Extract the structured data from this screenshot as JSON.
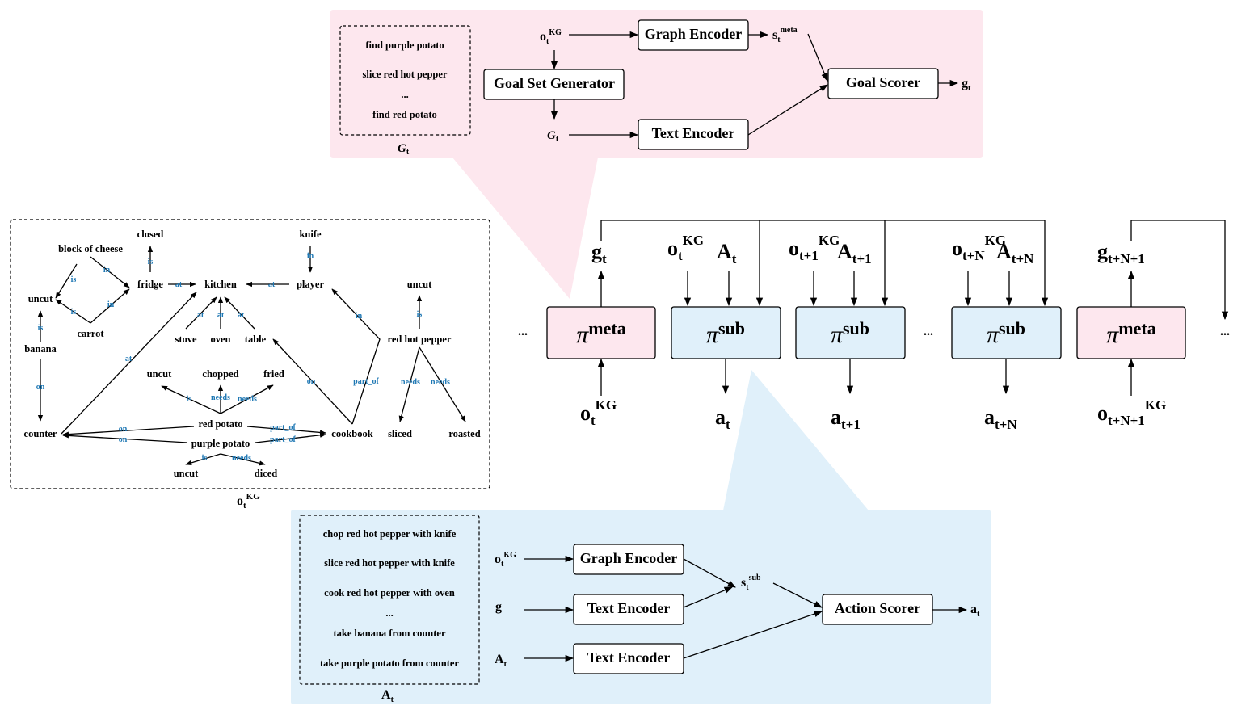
{
  "colors": {
    "meta_region": "#fde7ee",
    "sub_region": "#e0f0fa",
    "pi_meta_box": "#fde7ee",
    "pi_sub_box": "#e0f0fa",
    "edge_label": "#1f78b4"
  },
  "knowledge_graph": {
    "caption": "o",
    "caption_sub": "t",
    "caption_sup": "KG",
    "nodes": {
      "block_of_cheese": "block of cheese",
      "closed": "closed",
      "knife": "knife",
      "uncut_left": "uncut",
      "fridge": "fridge",
      "kitchen": "kitchen",
      "player": "player",
      "uncut_right": "uncut",
      "carrot": "carrot",
      "banana": "banana",
      "stove": "stove",
      "oven": "oven",
      "table": "table",
      "red_hot_pepper": "red hot pepper",
      "uncut_mid": "uncut",
      "chopped": "chopped",
      "fried": "fried",
      "red_potato": "red potato",
      "counter": "counter",
      "cookbook": "cookbook",
      "sliced": "sliced",
      "roasted": "roasted",
      "purple_potato": "purple potato",
      "uncut_bottom": "uncut",
      "diced": "diced"
    },
    "edge_labels": {
      "cheese_uncut": "is",
      "cheese_fridge": "in",
      "closed_fridge": "is",
      "carrot_uncut": "is",
      "carrot_fridge": "in",
      "fridge_kitchen": "at",
      "knife_player": "in",
      "player_kitchen": "at",
      "banana_uncut": "is",
      "banana_counter": "on",
      "stove_kitchen": "at",
      "oven_kitchen": "at",
      "table_kitchen": "at",
      "counter_kitchen": "at",
      "cookbook_table": "on",
      "cookbook_player": "in",
      "pepper_uncut": "is",
      "pepper_cookbook": "part_of",
      "pepper_sliced": "needs",
      "pepper_roasted": "needs",
      "redpotato_uncut": "is",
      "redpotato_chopped": "needs",
      "redpotato_fried": "needs",
      "redpotato_counter": "on",
      "redpotato_cookbook": "part_of",
      "purple_counter": "on",
      "purple_cookbook": "part_of",
      "purple_uncut": "is",
      "purple_diced": "needs"
    }
  },
  "meta_module": {
    "goal_list": [
      "find purple potato",
      "slice red hot pepper",
      "...",
      "find red potato"
    ],
    "goal_set_caption": "G",
    "goal_set_caption_sub": "t",
    "input_obs": "o",
    "input_obs_sub": "t",
    "input_obs_sup": "KG",
    "graph_encoder": "Graph Encoder",
    "goal_set_generator": "Goal Set Generator",
    "goal_set_symbol": "G",
    "goal_set_symbol_sub": "t",
    "text_encoder": "Text Encoder",
    "state": "s",
    "state_sub": "t",
    "state_sup": "meta",
    "goal_scorer": "Goal Scorer",
    "output": "g",
    "output_sub": "t"
  },
  "timeline": {
    "dots": "...",
    "pi_symbol": "π",
    "meta_sup": "meta",
    "sub_sup": "sub",
    "meta1": {
      "top": "g",
      "top_sub": "t",
      "bottom": "o",
      "bottom_sub": "t",
      "bottom_sup": "KG"
    },
    "sub1": {
      "obs": "o",
      "obs_sub": "t",
      "obs_sup": "KG",
      "act": "A",
      "act_sub": "t",
      "out": "a",
      "out_sub": "t"
    },
    "sub2": {
      "obs": "o",
      "obs_sub": "t+1",
      "obs_sup": "KG",
      "act": "A",
      "act_sub": "t+1",
      "out": "a",
      "out_sub": "t+1"
    },
    "sub3": {
      "obs": "o",
      "obs_sub": "t+N",
      "obs_sup": "KG",
      "act": "A",
      "act_sub": "t+N",
      "out": "a",
      "out_sub": "t+N"
    },
    "meta2": {
      "top": "g",
      "top_sub": "t+N+1",
      "bottom": "o",
      "bottom_sub": "t+N+1",
      "bottom_sup": "KG"
    }
  },
  "sub_module": {
    "action_list": [
      "chop red hot pepper with knife",
      "slice red hot pepper with knife",
      "cook red hot pepper with oven",
      "...",
      "take banana from counter",
      "take purple potato from counter"
    ],
    "action_set_caption": "A",
    "action_set_caption_sub": "t",
    "input_obs": "o",
    "input_obs_sub": "t",
    "input_obs_sup": "KG",
    "input_goal": "g",
    "input_actions": "A",
    "input_actions_sub": "t",
    "graph_encoder": "Graph Encoder",
    "text_encoder_1": "Text Encoder",
    "text_encoder_2": "Text Encoder",
    "state": "s",
    "state_sub": "t",
    "state_sup": "sub",
    "action_scorer": "Action Scorer",
    "output": "a",
    "output_sub": "t"
  }
}
